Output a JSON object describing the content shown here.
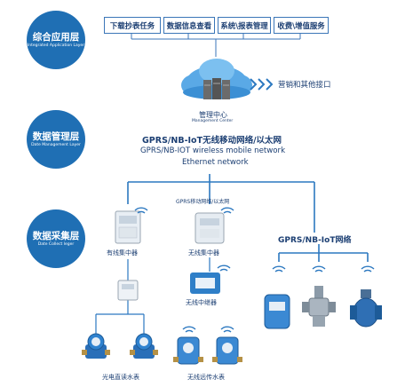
{
  "layers": {
    "application": {
      "title": "综合应用层",
      "subtitle": "Integrated Application Layer"
    },
    "management": {
      "title": "数据管理层",
      "subtitle": "Date Management Layer"
    },
    "collection": {
      "title": "数据采集层",
      "subtitle": "Date Collect leger"
    }
  },
  "services": [
    "下载抄表任务",
    "数据信息查看",
    "系统\\报表管理",
    "收费\\增值服务"
  ],
  "cloud": {
    "label": "营销和其他接口"
  },
  "center": {
    "title": "管理中心",
    "subtitle": "Management Center"
  },
  "network": {
    "title_cn": "GPRS/NB-IoT无线移动网络/以太网",
    "line1": "GPRS/NB-IOT wireless mobile network",
    "line2": "Ethernet network"
  },
  "branch_label": "GPRS移动网络/以太网",
  "devices": {
    "wired_concentrator": "有线集中器",
    "wireless_concentrator": "无线集中器",
    "wireless_repeater": "无线中继器",
    "direct_meter": "光电直读水表",
    "wireless_meter": "无线远传水表",
    "nbiot_network": "GPRS/NB-IoT网络"
  },
  "colors": {
    "brand_blue": "#1f6fb4",
    "line_blue": "#2c78c0",
    "text_dark": "#1c3f73"
  }
}
